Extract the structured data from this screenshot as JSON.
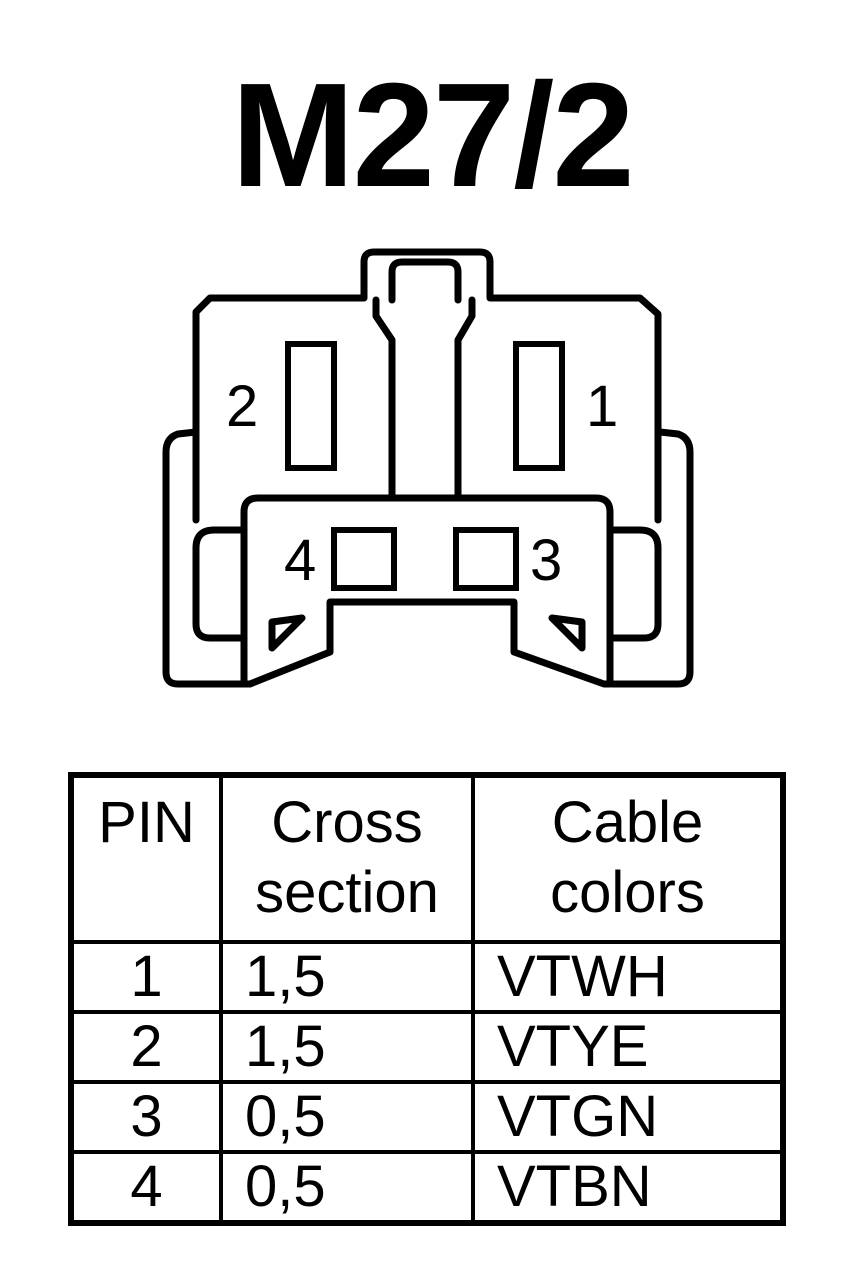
{
  "title": "M27/2",
  "connector": {
    "pin_labels": [
      "1",
      "2",
      "3",
      "4"
    ]
  },
  "table": {
    "headers": [
      [
        "PIN"
      ],
      [
        "Cross",
        "section"
      ],
      [
        "Cable",
        "colors"
      ]
    ],
    "rows": [
      {
        "pin": "1",
        "cross_section": "1,5",
        "color": "VTWH"
      },
      {
        "pin": "2",
        "cross_section": "1,5",
        "color": "VTYE"
      },
      {
        "pin": "3",
        "cross_section": "0,5",
        "color": "VTGN"
      },
      {
        "pin": "4",
        "cross_section": "0,5",
        "color": "VTBN"
      }
    ]
  }
}
